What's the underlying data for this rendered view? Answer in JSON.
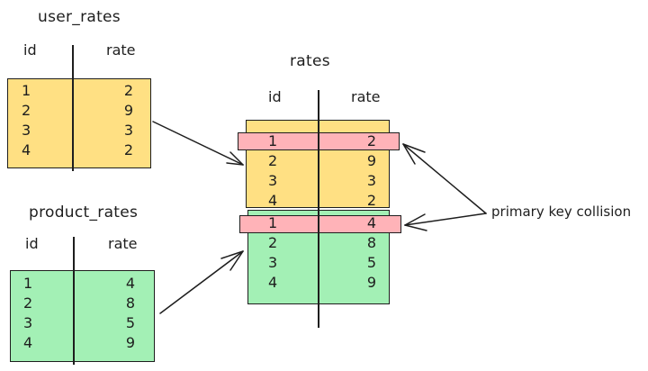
{
  "tables": {
    "user_rates": {
      "title": "user_rates",
      "col_id": "id",
      "col_rate": "rate",
      "ids": [
        "1",
        "2",
        "3",
        "4"
      ],
      "rates": [
        "2",
        "9",
        "3",
        "2"
      ],
      "fill": "#ffe083"
    },
    "product_rates": {
      "title": "product_rates",
      "col_id": "id",
      "col_rate": "rate",
      "ids": [
        "1",
        "2",
        "3",
        "4"
      ],
      "rates": [
        "4",
        "8",
        "5",
        "9"
      ],
      "fill": "#a3f0b5"
    },
    "rates": {
      "title": "rates",
      "col_id": "id",
      "col_rate": "rate",
      "user_ids": [
        "1",
        "2",
        "3",
        "4"
      ],
      "user_rates": [
        "2",
        "9",
        "3",
        "2"
      ],
      "product_ids": [
        "1",
        "2",
        "3",
        "4"
      ],
      "product_rates": [
        "4",
        "8",
        "5",
        "9"
      ],
      "collision_fill": "#ffb3b8"
    }
  },
  "annotation": {
    "label": "primary key collision"
  }
}
